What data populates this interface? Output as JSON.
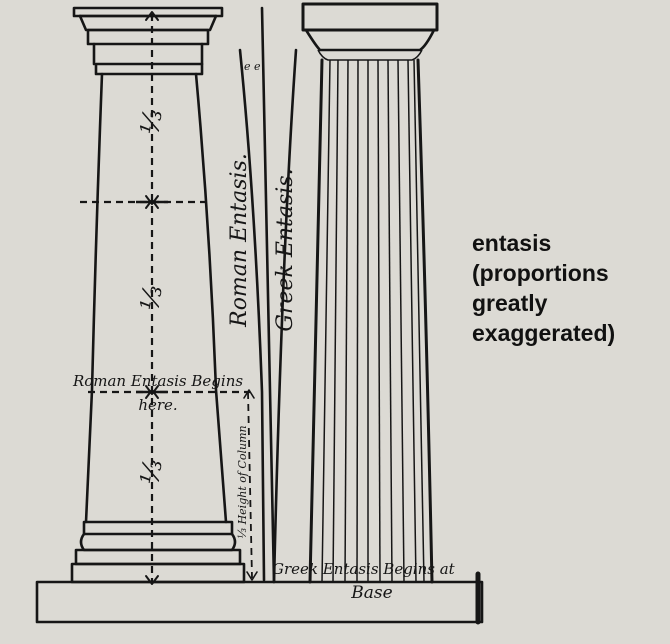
{
  "labels": {
    "roman_entasis_vertical": "Roman Entasis.",
    "greek_entasis_vertical": "Greek Entasis.",
    "roman_entasis_begins_line1": "Roman Entasis Begins",
    "roman_entasis_begins_line2": "here.",
    "height_of_column": "⅓ Height of Column",
    "greek_entasis_begins": "Greek Entasis Begins at",
    "base": "Base",
    "one_third_mark": "⅓"
  },
  "caption": {
    "line1": "entasis",
    "line2": "(proportions",
    "line3": "greatly",
    "line4": "exaggerated)"
  },
  "colors": {
    "background": "#dcdad4",
    "ink": "#161616"
  }
}
